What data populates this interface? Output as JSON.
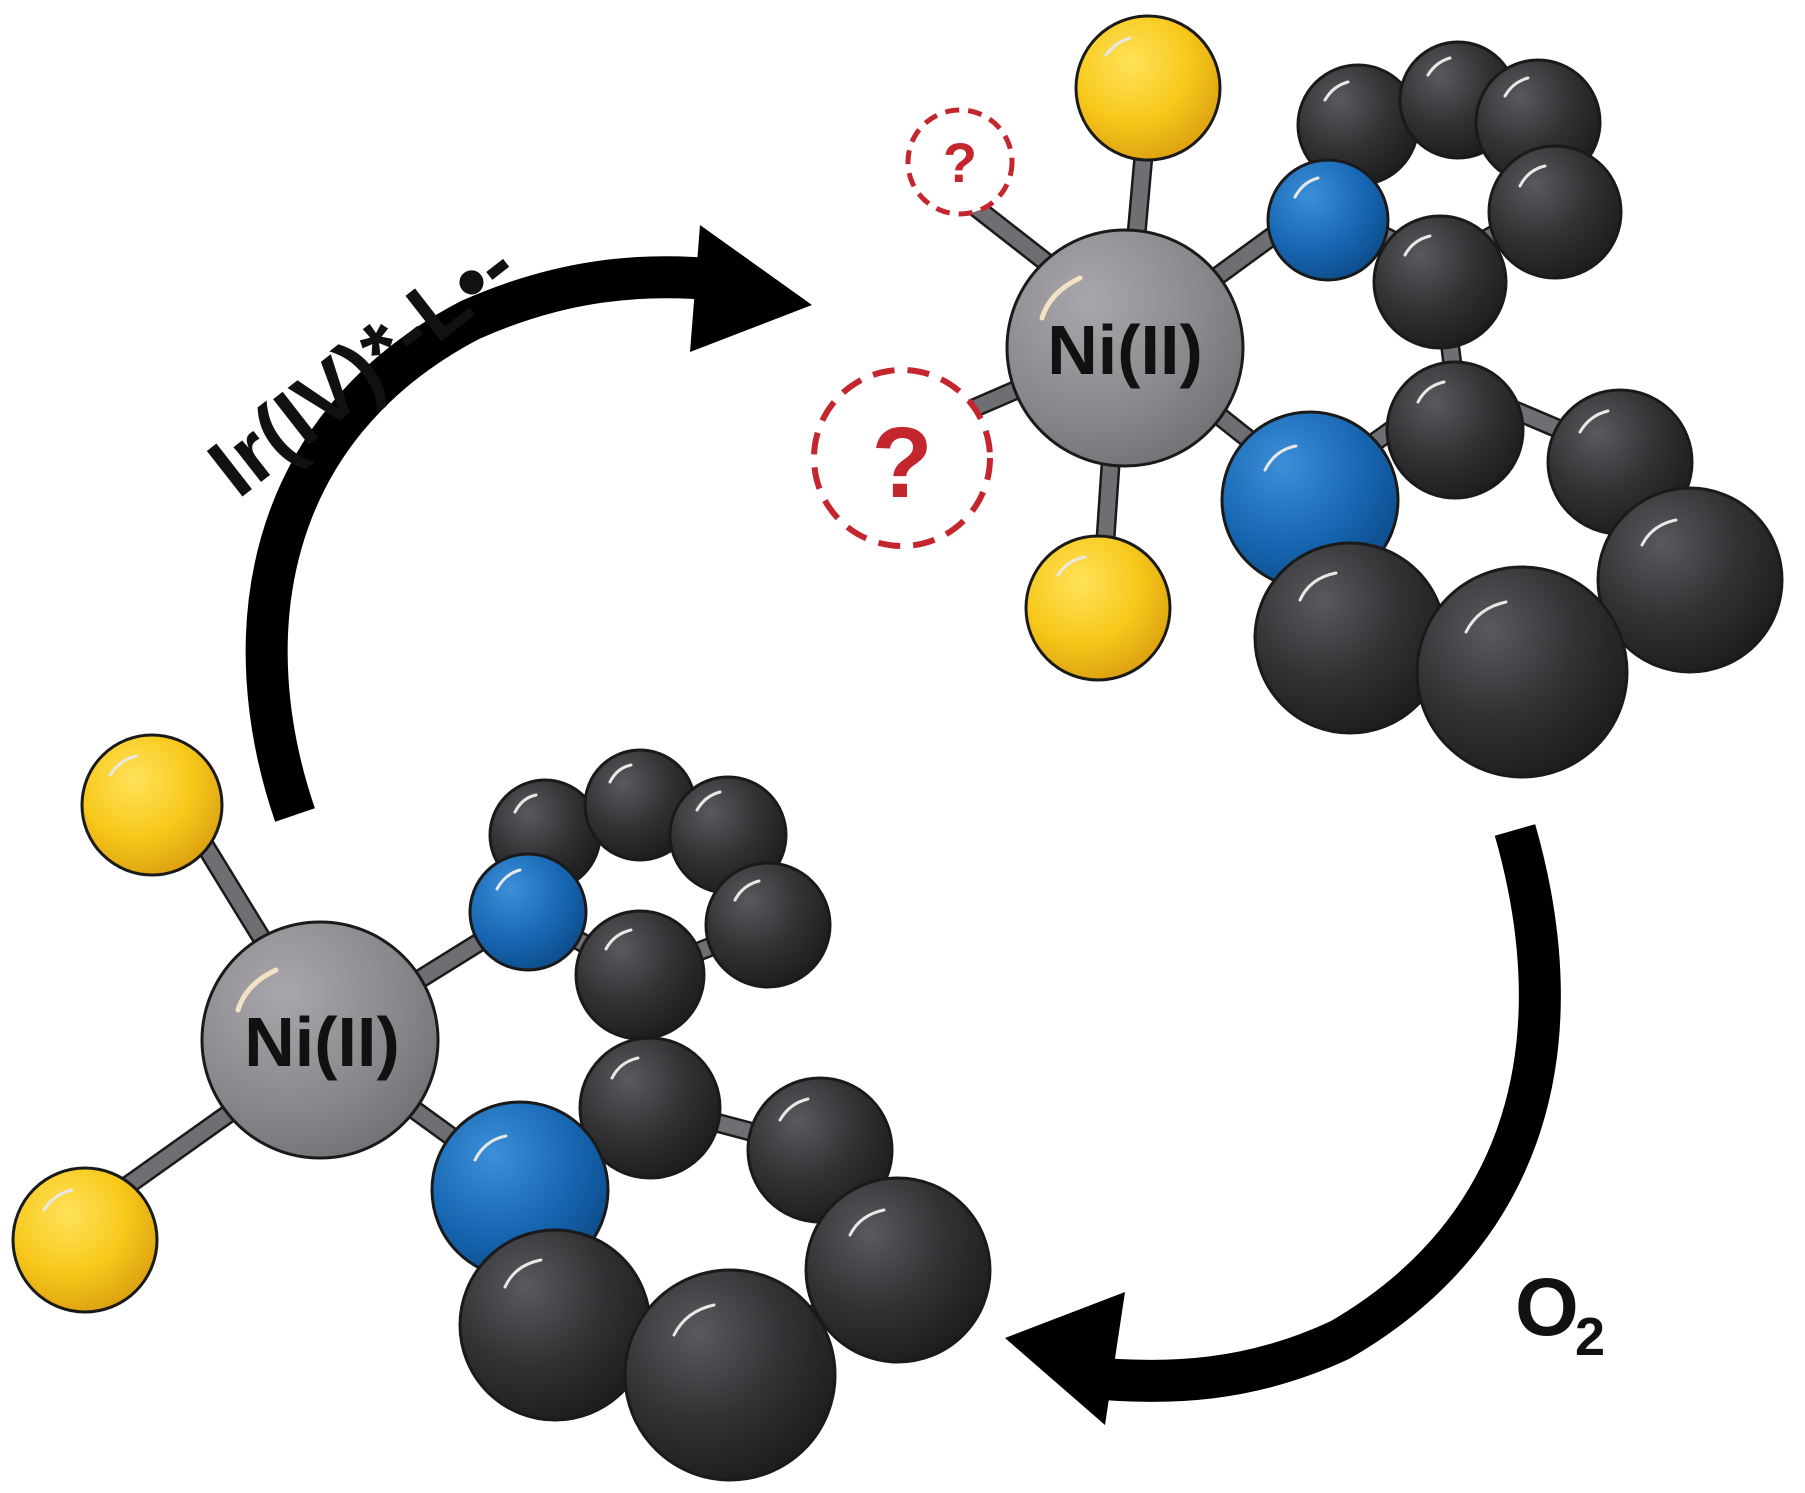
{
  "diagram": {
    "top_arrow_label": "Ir(IV)*-L•-",
    "bottom_arrow_label_main": "O",
    "bottom_arrow_label_sub": "2",
    "complex_top_metal": "Ni(II)",
    "complex_bottom_metal": "Ni(II)",
    "vacant_site_mark": "?",
    "colors": {
      "carbon": "#2f2f31",
      "nitrogen": "#1469b6",
      "sulfur": "#f5c519",
      "nickel": "#8a888c",
      "vacant": "#c4262e",
      "arrow": "#000000"
    }
  }
}
